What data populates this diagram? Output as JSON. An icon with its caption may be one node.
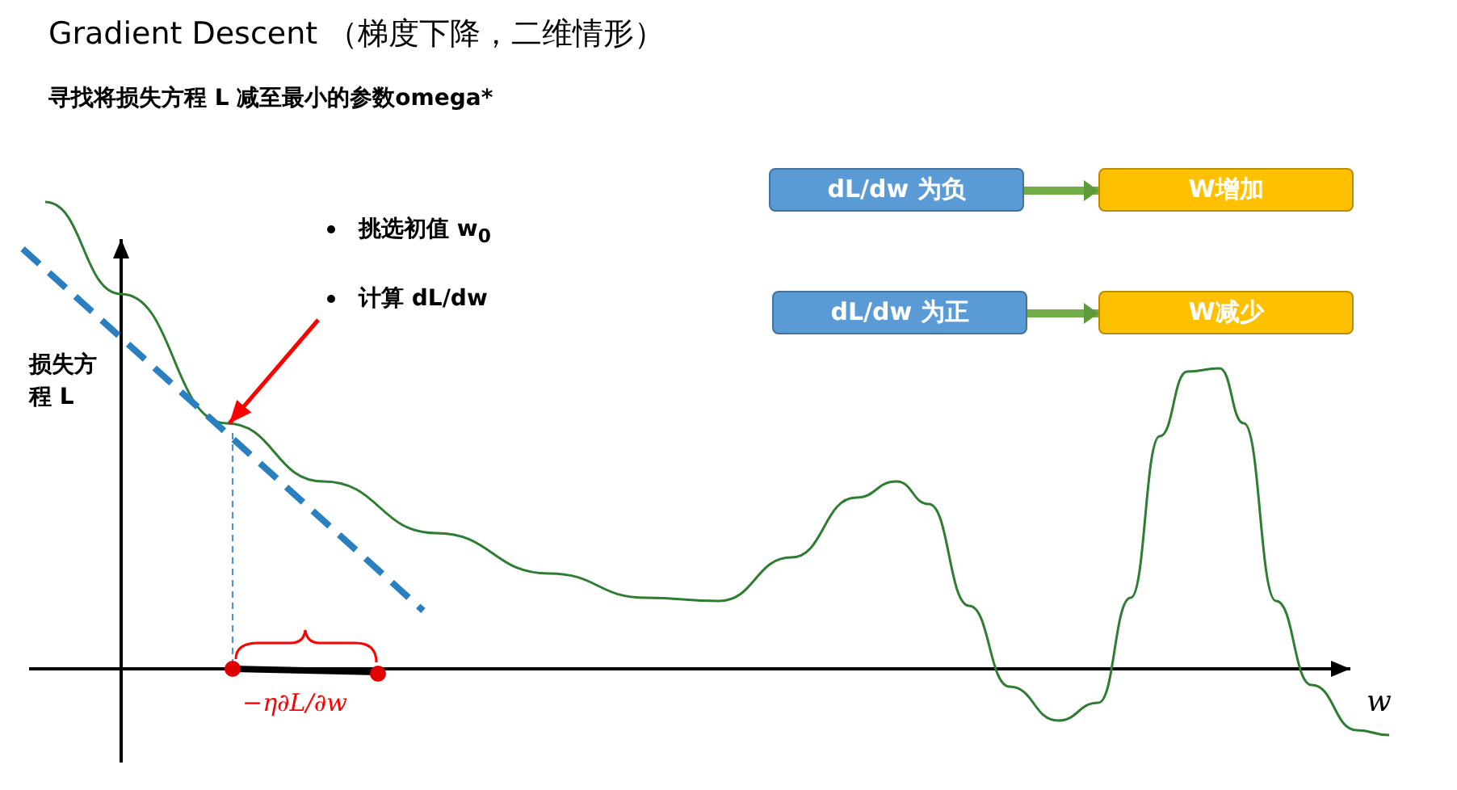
{
  "diagram": {
    "title": "Gradient Descent （梯度下降，二维情形）",
    "nodes": [
      {
        "text": [
          "dL/dw 为负"
        ]
      },
      {
        "text": [
          "W增加"
        ]
      },
      {
        "text": [
          "dL/dw 为正"
        ]
      },
      {
        "text": [
          "W减少"
        ]
      }
    ],
    "edges": [
      {
        "from": 0,
        "to": 1,
        "arrow": "to"
      },
      {
        "from": 2,
        "to": 3,
        "arrow": "to"
      }
    ],
    "labels": [
      "寻找将损失方程 L 减至最小的参数omega*",
      "挑选初值 w$_{0}$",
      "计算 dL/dw",
      "损失方程 L",
      "*w*",
      "*−η∂L/∂w*"
    ]
  }
}
